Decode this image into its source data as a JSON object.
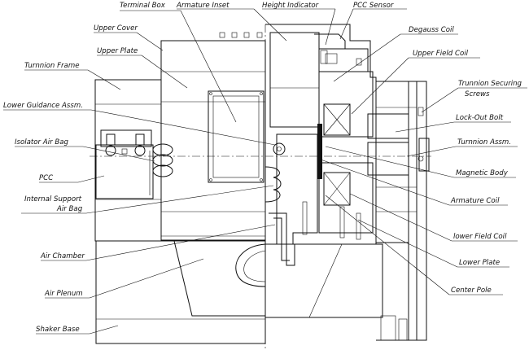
{
  "labels": {
    "terminal_box": "Terminal Box",
    "armature_inset": "Armature Inset",
    "height_indicator": "Height Indicator",
    "pcc_sensor": "PCC Sensor",
    "upper_cover": "Upper Cover",
    "degauss_coil": "Degauss Coil",
    "upper_plate": "Upper Plate",
    "upper_field_coil": "Upper Field Coil",
    "turnnion_frame": "Turnnion Frame",
    "trunnion_securing": "Trunnion Securing",
    "screws": "Screws",
    "lower_guidance": "Lower Guidance Assm.",
    "lock_out_bolt": "Lock-Out Bolt",
    "isolator_air_bag": "Isolator Air Bag",
    "turnnion_assm": "Turnnion Assm.",
    "pcc": "PCC",
    "magnetic_body": "Magnetic Body",
    "internal_support": "Internal Support",
    "air_bag": "Air Bag",
    "armature_coil": "Armature Coil",
    "lower_field_coil": "lower Field Coil",
    "air_chamber": "Air Chamber",
    "lower_plate": "Lower Plate",
    "air_plenum": "Air Plenum",
    "center_pole": "Center Pole",
    "shaker_base": "Shaker Base"
  }
}
